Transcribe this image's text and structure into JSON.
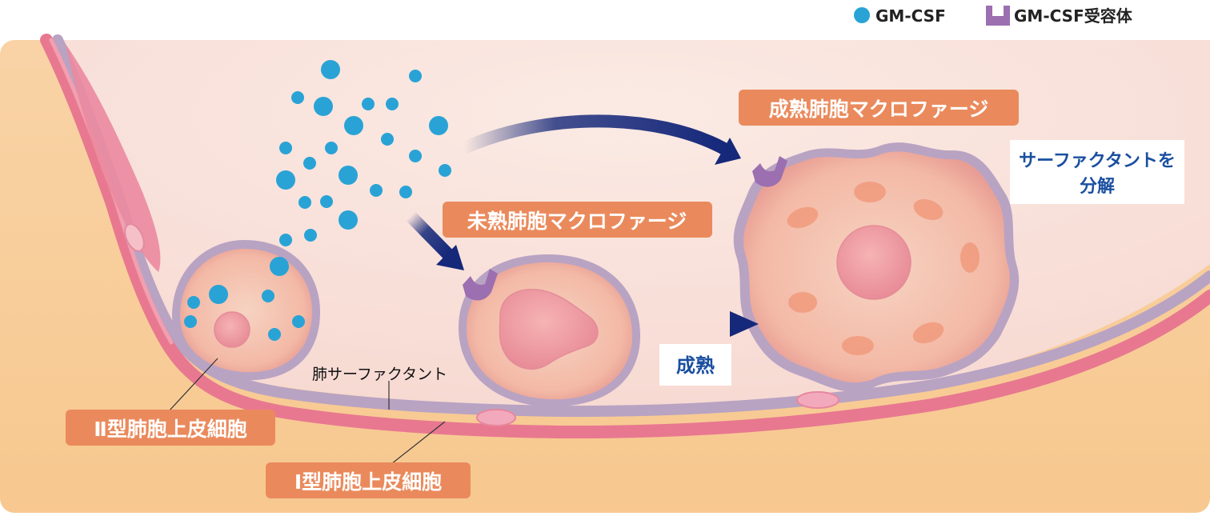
{
  "legend": {
    "gmcsf": "GM-CSF",
    "receptor": "GM-CSF受容体"
  },
  "labels": {
    "type2_cell": "Ⅱ型肺胞上皮細胞",
    "type1_cell": "Ⅰ型肺胞上皮細胞",
    "surfactant": "肺サーファクタント",
    "immature_macrophage": "未熟肺胞マクロファージ",
    "mature_macrophage": "成熟肺胞マクロファージ",
    "maturation": "成熟",
    "degrade_line1": "サーファクタントを",
    "degrade_line2": "分解"
  },
  "colors": {
    "gmcsf": "#29a3d6",
    "receptor": "#9b6fb0",
    "label_bg": "#ea8a5c",
    "arrow": "#15287a",
    "blue_text": "#1a4fa0",
    "tissue": "#f8cd96",
    "alveolus": "#f7ddd6",
    "membrane": "#e77b93",
    "cell_fill": "#f5c7b4"
  }
}
